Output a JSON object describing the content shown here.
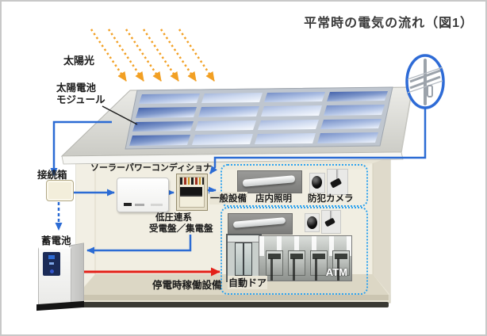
{
  "title": "平常時の電気の流れ（図1）",
  "colors": {
    "flow_normal_blue": "#2b6bd4",
    "flow_outage_red": "#e32119",
    "sunlight_orange": "#f2a024",
    "equipment_group_border_blue": "#2fa3ee"
  },
  "diagram": {
    "sunlight_label": "太陽光",
    "solar_module_label_line1": "太陽電池",
    "solar_module_label_line2": "モジュール",
    "junction_box_label": "接続箱",
    "power_conditioner_label": "ソーラーパワーコンディショナ",
    "lv_panel_label_line1": "低圧連系",
    "lv_panel_label_line2": "受電盤／集電盤",
    "battery_label": "蓄電池",
    "general_equipment_label": "一般設備",
    "store_lighting_label": "店内照明",
    "security_camera_label": "防犯カメラ",
    "auto_door_label": "自動ドア",
    "atm_label": "ATM",
    "outage_equipment_label": "停電時稼働設備"
  }
}
